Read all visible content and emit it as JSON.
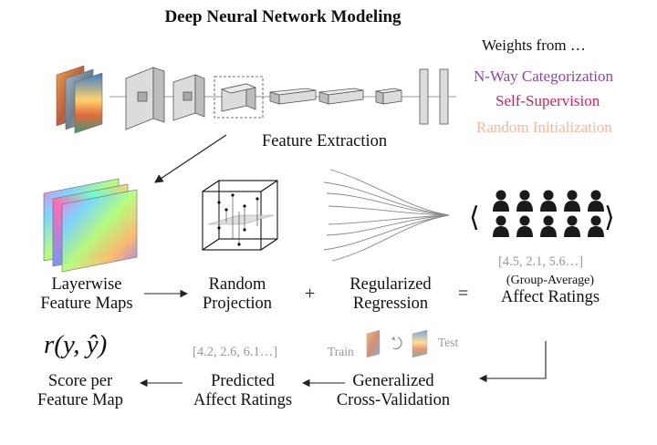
{
  "title": "Deep Neural Network Modeling",
  "weights": {
    "header": "Weights from …",
    "options": [
      {
        "label": "N-Way Categorization",
        "color": "#8e44ad"
      },
      {
        "label": "Self-Supervision",
        "color": "#d81b60"
      },
      {
        "label": "Random Initialization",
        "color": "#f5b99a"
      }
    ]
  },
  "pipeline": {
    "feature_extraction": "Feature Extraction",
    "feature_maps": [
      "Layerwise",
      "Feature Maps"
    ],
    "projection": [
      "Random",
      "Projection"
    ],
    "plus": "+",
    "regression": [
      "Regularized",
      "Regression"
    ],
    "equals": "=",
    "ratings_values": "[4.5, 2.1, 5.6…]",
    "group_average": "(Group-Average)",
    "affect_ratings": "Affect Ratings"
  },
  "bottom": {
    "score_formula": "r(y, ŷ)",
    "score_label": [
      "Score per",
      "Feature Map"
    ],
    "predicted_values": "[4.2, 2.6, 6.1…]",
    "predicted_label": [
      "Predicted",
      "Affect Ratings"
    ],
    "train": "Train",
    "test": "Test",
    "cv_label": [
      "Generalized",
      "Cross-Validation"
    ]
  }
}
